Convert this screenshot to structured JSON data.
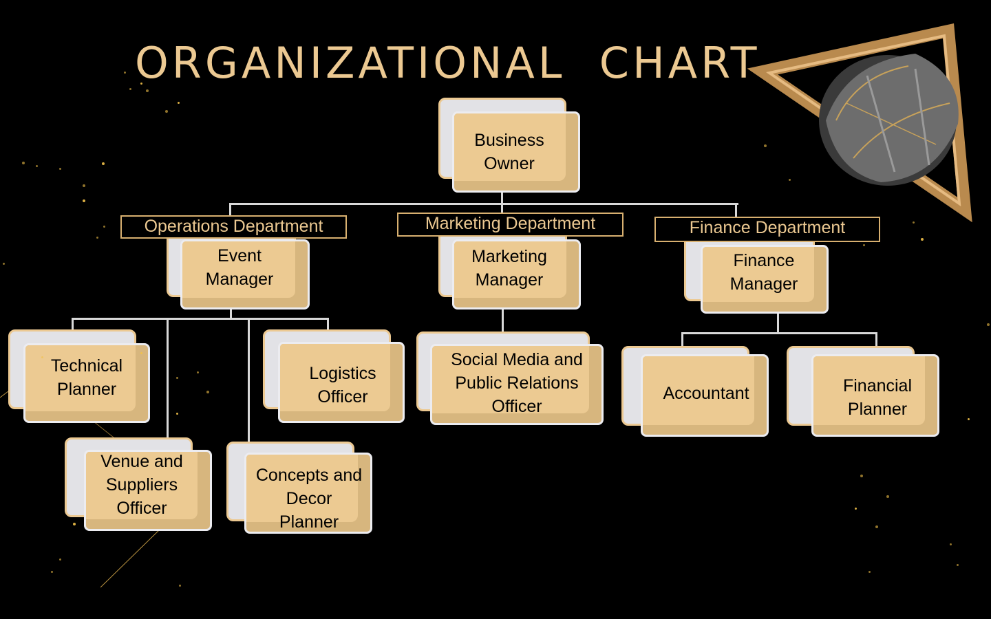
{
  "title": "ORGANIZATIONAL  CHART",
  "colors": {
    "background": "#000000",
    "title_gold": "#ecc992",
    "box_fill": "#ecca92",
    "box_shadow": "#e2e2e6",
    "connector": "#d9d9d9"
  },
  "root": {
    "label": "Business\nOwner"
  },
  "departments": [
    {
      "name": "Operations Department",
      "manager": "Event\nManager",
      "staff": [
        "Technical\nPlanner",
        "Venue and\nSuppliers\nOfficer",
        "Concepts and\nDecor\nPlanner",
        "Logistics\nOfficer"
      ]
    },
    {
      "name": "Marketing Department",
      "manager": "Marketing\nManager",
      "staff": [
        "Social Media and\nPublic Relations\nOfficer"
      ]
    },
    {
      "name": "Finance Department",
      "manager": "Finance\nManager",
      "staff": [
        "Accountant",
        "Financial\nPlanner"
      ]
    }
  ],
  "decorations": [
    "gold-triangle-frame",
    "monstera-leaf-icon",
    "gold-star-dots"
  ]
}
